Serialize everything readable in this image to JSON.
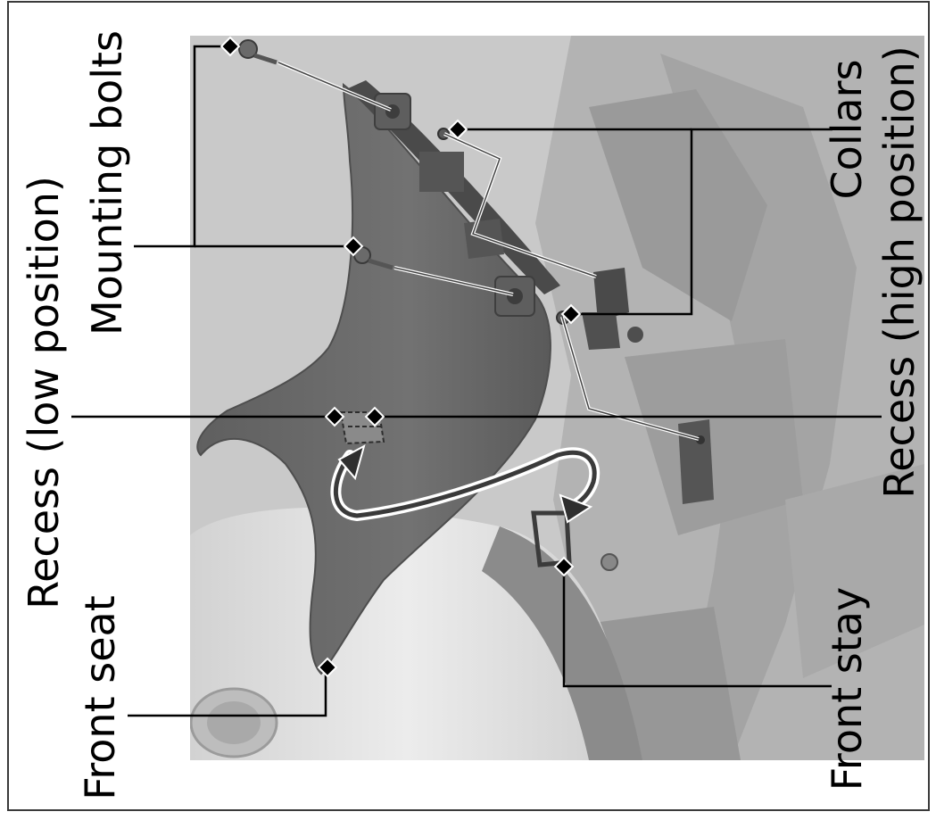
{
  "labels": {
    "front_seat": "Front seat",
    "recess_low": "Recess (low position)",
    "mounting_bolts": "Mounting bolts",
    "collars": "Collars",
    "recess_high": "Recess (high position)",
    "front_stay": "Front stay"
  },
  "colors": {
    "frame": "#3a3a3a",
    "background": "#c9c9c9",
    "seat": "#6d6d6d",
    "tank": "#e3e3e3",
    "leader": "#000000"
  }
}
